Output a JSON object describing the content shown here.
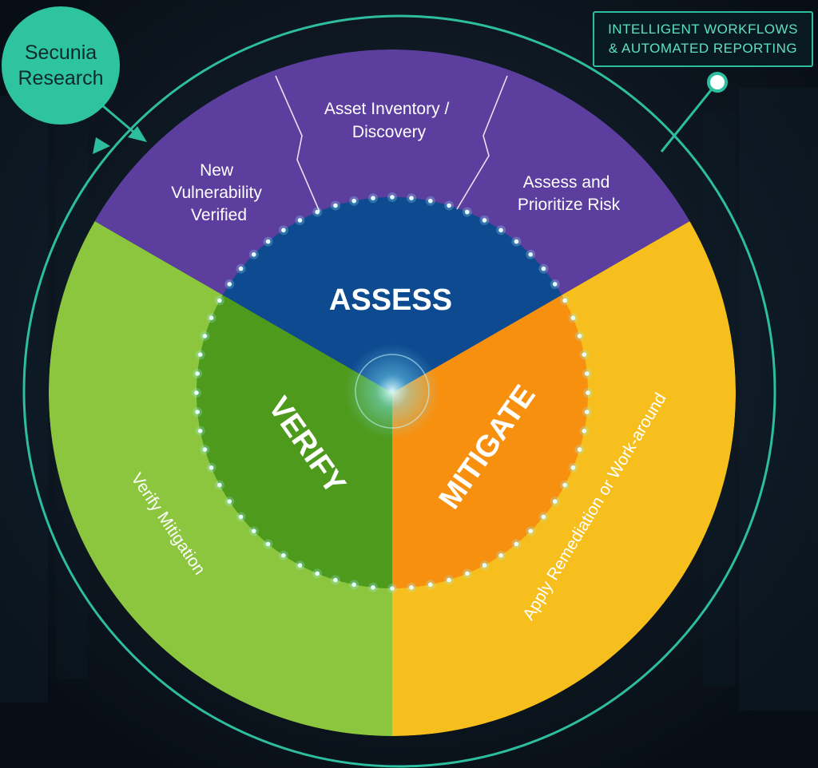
{
  "research_badge": {
    "line1": "Secunia",
    "line2": "Research"
  },
  "workflow_badge": {
    "line1": "INTELLIGENT WORKFLOWS",
    "line2": "& AUTOMATED REPORTING"
  },
  "segments": {
    "assess": {
      "title": "ASSESS",
      "color_outer": "#5b3e9e",
      "color_inner": "#0d4a8f",
      "steps": {
        "new_vulnerability": [
          "New",
          "Vulnerability",
          "Verified"
        ],
        "asset_inventory": [
          "Asset Inventory /",
          "Discovery"
        ],
        "assess_prioritize": [
          "Assess and",
          "Prioritize Risk"
        ]
      }
    },
    "verify": {
      "title": "VERIFY",
      "color_outer": "#8cc63e",
      "color_inner": "#4e9a1c",
      "step": "Verify Mitigation"
    },
    "mitigate": {
      "title": "MITIGATE",
      "color_outer": "#f6bf1d",
      "color_inner": "#f7900f",
      "step": "Apply Remediation or Work-around"
    }
  },
  "colors": {
    "ring": "#2dbd9f",
    "background": "#0b1622",
    "glow": "#9ff5ff"
  }
}
